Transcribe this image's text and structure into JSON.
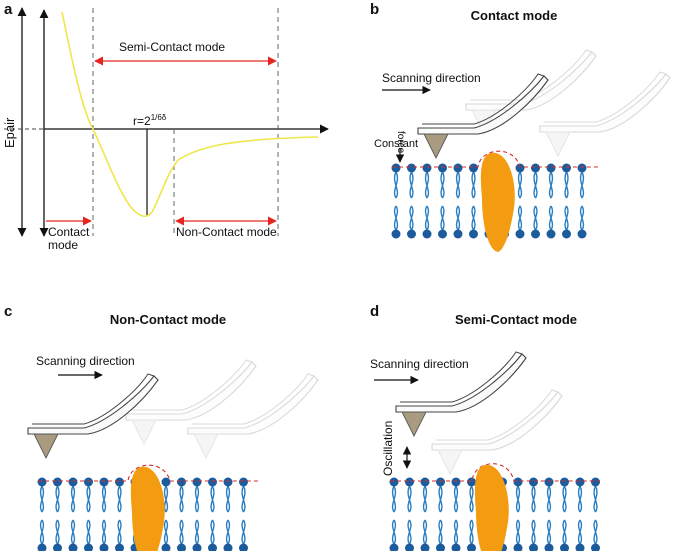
{
  "colors": {
    "potential_curve": "#f0e64a",
    "region_arrow": "#e52620",
    "lipid": "#2a7fc2",
    "head": "#1c5c9c",
    "head_outline": "#c0392b",
    "protein": "#f39c12",
    "tip_active": "#a89b80",
    "tip_ghost": "#e6e3dc",
    "dashed_contour": "#d62a2a"
  },
  "panel_a": {
    "letter": "a",
    "y_axis_label": "Epair",
    "minimum_label_base": "r=2",
    "minimum_label_exp": "1/6δ",
    "semi_contact_label": "Semi-Contact mode",
    "contact_label_line1": "Contact",
    "contact_label_line2": "mode",
    "non_contact_label": "Non-Contact mode"
  },
  "panel_b": {
    "letter": "b",
    "title": "Contact mode",
    "scan_label": "Scanning direction",
    "force_line1": "Constant",
    "force_line2": "force"
  },
  "panel_c": {
    "letter": "c",
    "title": "Non-Contact mode",
    "scan_label": "Scanning direction"
  },
  "panel_d": {
    "letter": "d",
    "title": "Semi-Contact mode",
    "scan_label": "Scanning direction",
    "oscillation_label": "Oscillation"
  }
}
